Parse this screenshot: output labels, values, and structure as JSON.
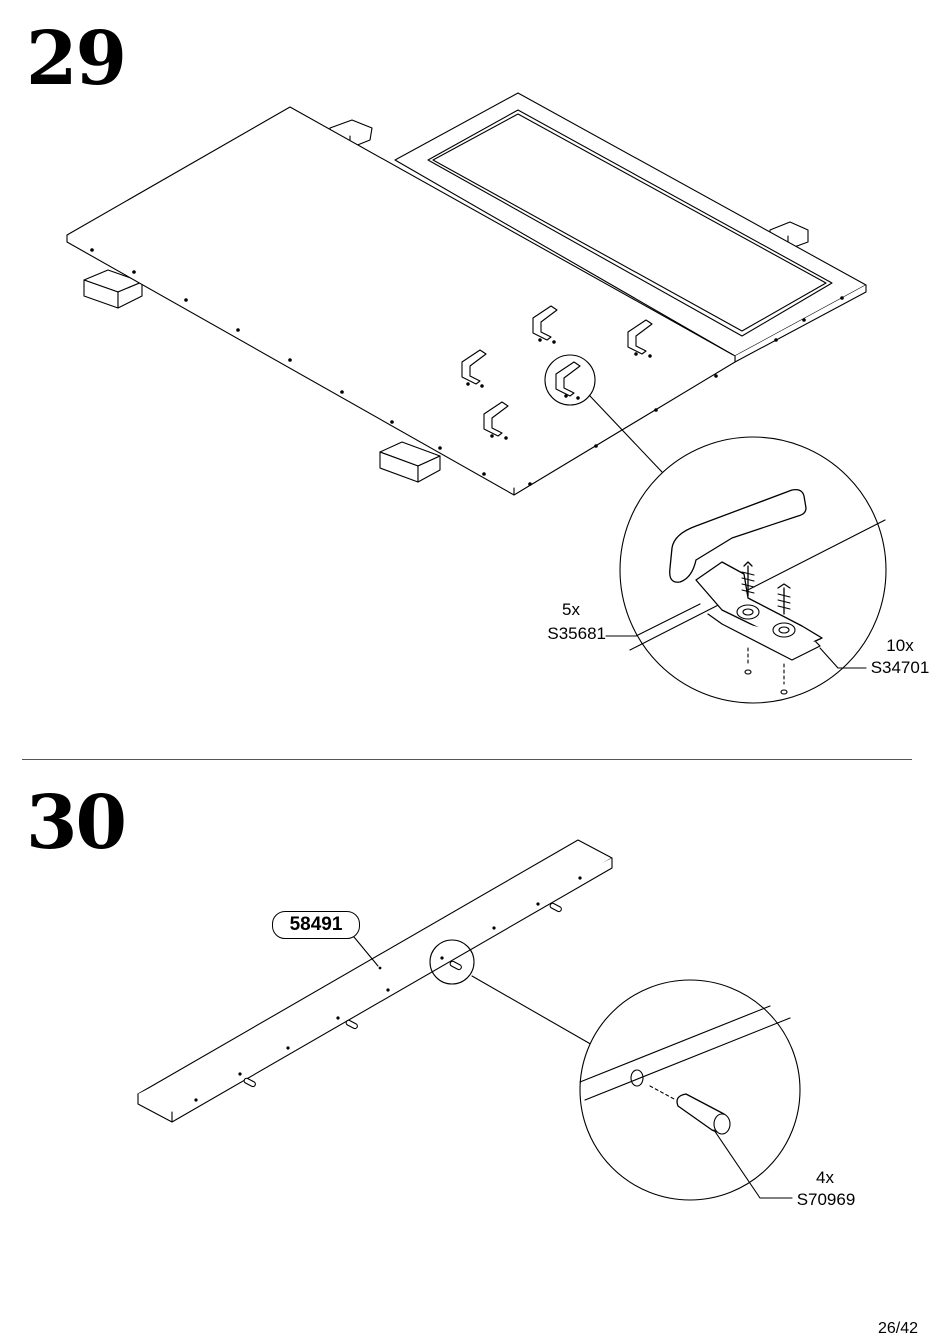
{
  "page": {
    "page_number": "26/42"
  },
  "step29": {
    "number": "29",
    "callout_left": {
      "qty": "5x",
      "code": "S35681"
    },
    "callout_right": {
      "qty": "10x",
      "code": "S34701"
    }
  },
  "step30": {
    "number": "30",
    "part_badge": "58491",
    "callout": {
      "qty": "4x",
      "code": "S70969"
    }
  }
}
